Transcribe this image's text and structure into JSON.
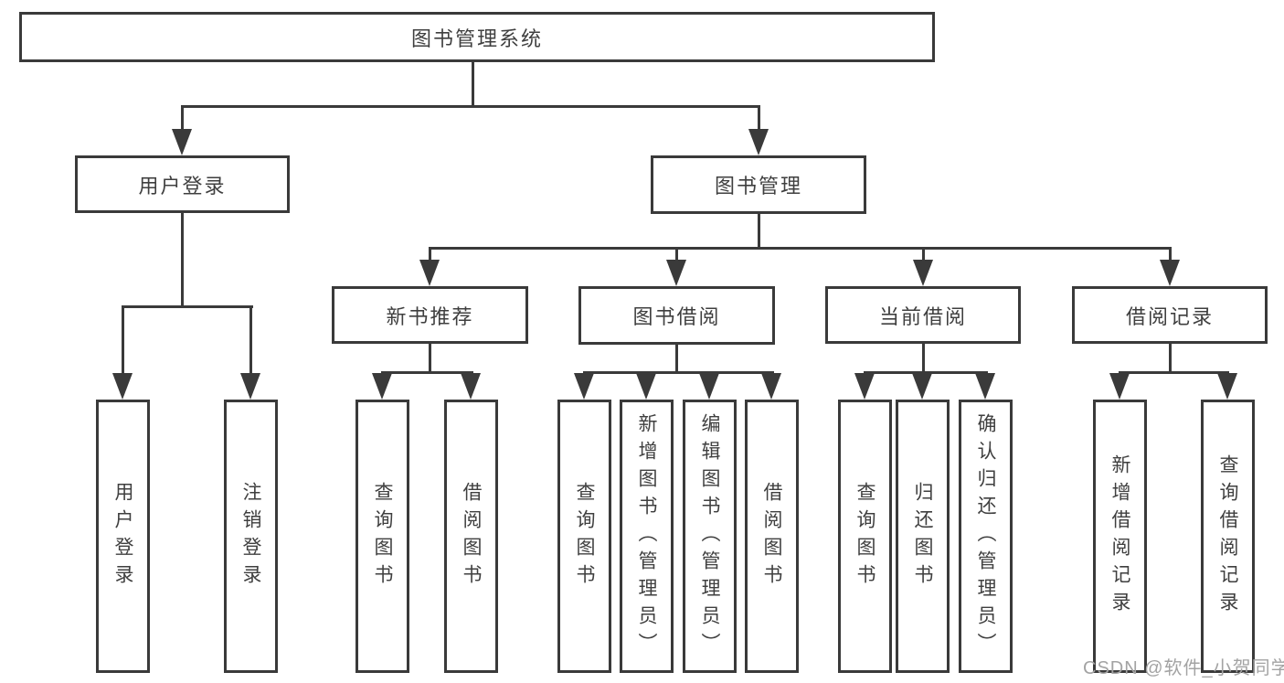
{
  "tree": {
    "root": {
      "label": "图书管理系统"
    },
    "children": [
      {
        "label": "用户登录",
        "children": [
          {
            "label": "用户登录"
          },
          {
            "label": "注销登录"
          }
        ]
      },
      {
        "label": "图书管理",
        "children": [
          {
            "label": "新书推荐",
            "children": [
              {
                "label": "查询图书"
              },
              {
                "label": "借阅图书"
              }
            ]
          },
          {
            "label": "图书借阅",
            "children": [
              {
                "label": "查询图书"
              },
              {
                "label": "新增图书（管理员）"
              },
              {
                "label": "编辑图书（管理员）"
              },
              {
                "label": "借阅图书"
              }
            ]
          },
          {
            "label": "当前借阅",
            "children": [
              {
                "label": "查询图书"
              },
              {
                "label": "归还图书"
              },
              {
                "label": "确认归还（管理员）"
              }
            ]
          },
          {
            "label": "借阅记录",
            "children": [
              {
                "label": "新增借阅记录"
              },
              {
                "label": "查询借阅记录"
              }
            ]
          }
        ]
      }
    ]
  },
  "watermark": {
    "text": "CSDN @软件_小贺同学"
  },
  "colors": {
    "line": "#3a3a3a",
    "text": "#3f3f3f",
    "watermark": "#a3a3a3",
    "background": "#ffffff"
  }
}
